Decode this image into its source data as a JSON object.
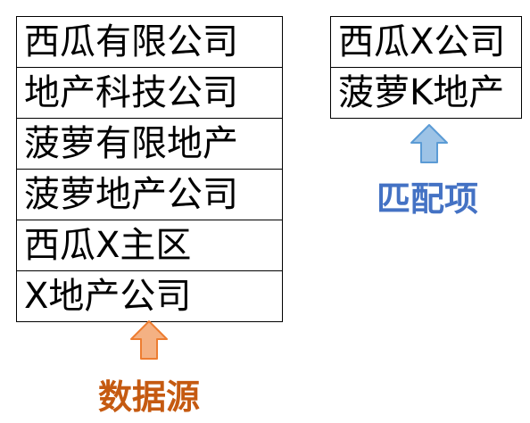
{
  "source": {
    "rows": [
      "西瓜有限公司",
      "地产科技公司",
      "菠萝有限地产",
      "菠萝地产公司",
      "西瓜X主区",
      "X地产公司"
    ],
    "caption": "数据源",
    "color": "#C55A11",
    "arrow_fill": "#F4B183",
    "arrow_stroke": "#ED7D31",
    "arrow_icon": "up-arrow-icon"
  },
  "match": {
    "rows": [
      "西瓜X公司",
      "菠萝K地产"
    ],
    "caption": "匹配项",
    "color": "#4472C4",
    "arrow_fill": "#9DC3E6",
    "arrow_stroke": "#5B9BD5",
    "arrow_icon": "up-arrow-icon"
  }
}
